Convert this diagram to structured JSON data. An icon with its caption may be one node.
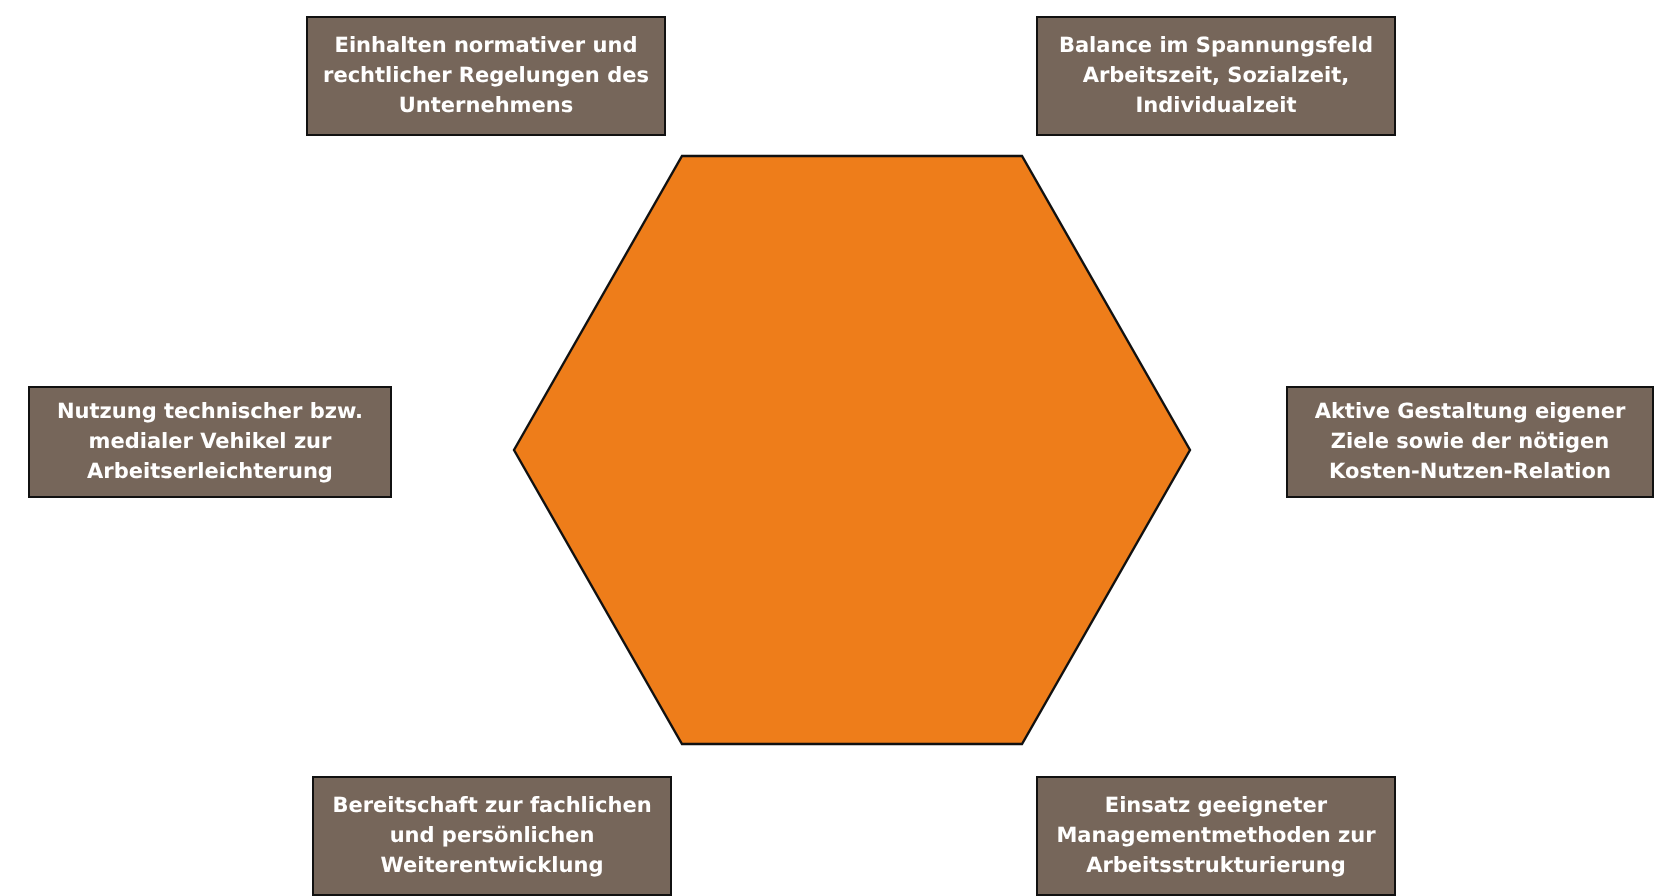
{
  "diagram": {
    "nodes": [
      {
        "text": [
          "Einhalten normativer und rechtlicher Regelungen des Unternehmens"
        ]
      },
      {
        "text": [
          "Balance im Spannungsfeld Arbeitszeit, Sozialzeit, Individualzeit"
        ]
      },
      {
        "text": [],
        "shape": "hexagon"
      },
      {
        "text": [
          "Nutzung technischer bzw. medialer Vehikel zur Arbeitserleichterung"
        ]
      },
      {
        "text": [
          "Aktive Gestaltung eigener Ziele sowie der nötigen Kosten-Nutzen-Relation"
        ]
      },
      {
        "text": [
          "Bereitschaft zur fachlichen und persönlichen Weiterentwicklung"
        ]
      },
      {
        "text": [
          "Einsatz geeigneter Managementmethoden zur Arbeitsstrukturierung"
        ]
      }
    ]
  }
}
